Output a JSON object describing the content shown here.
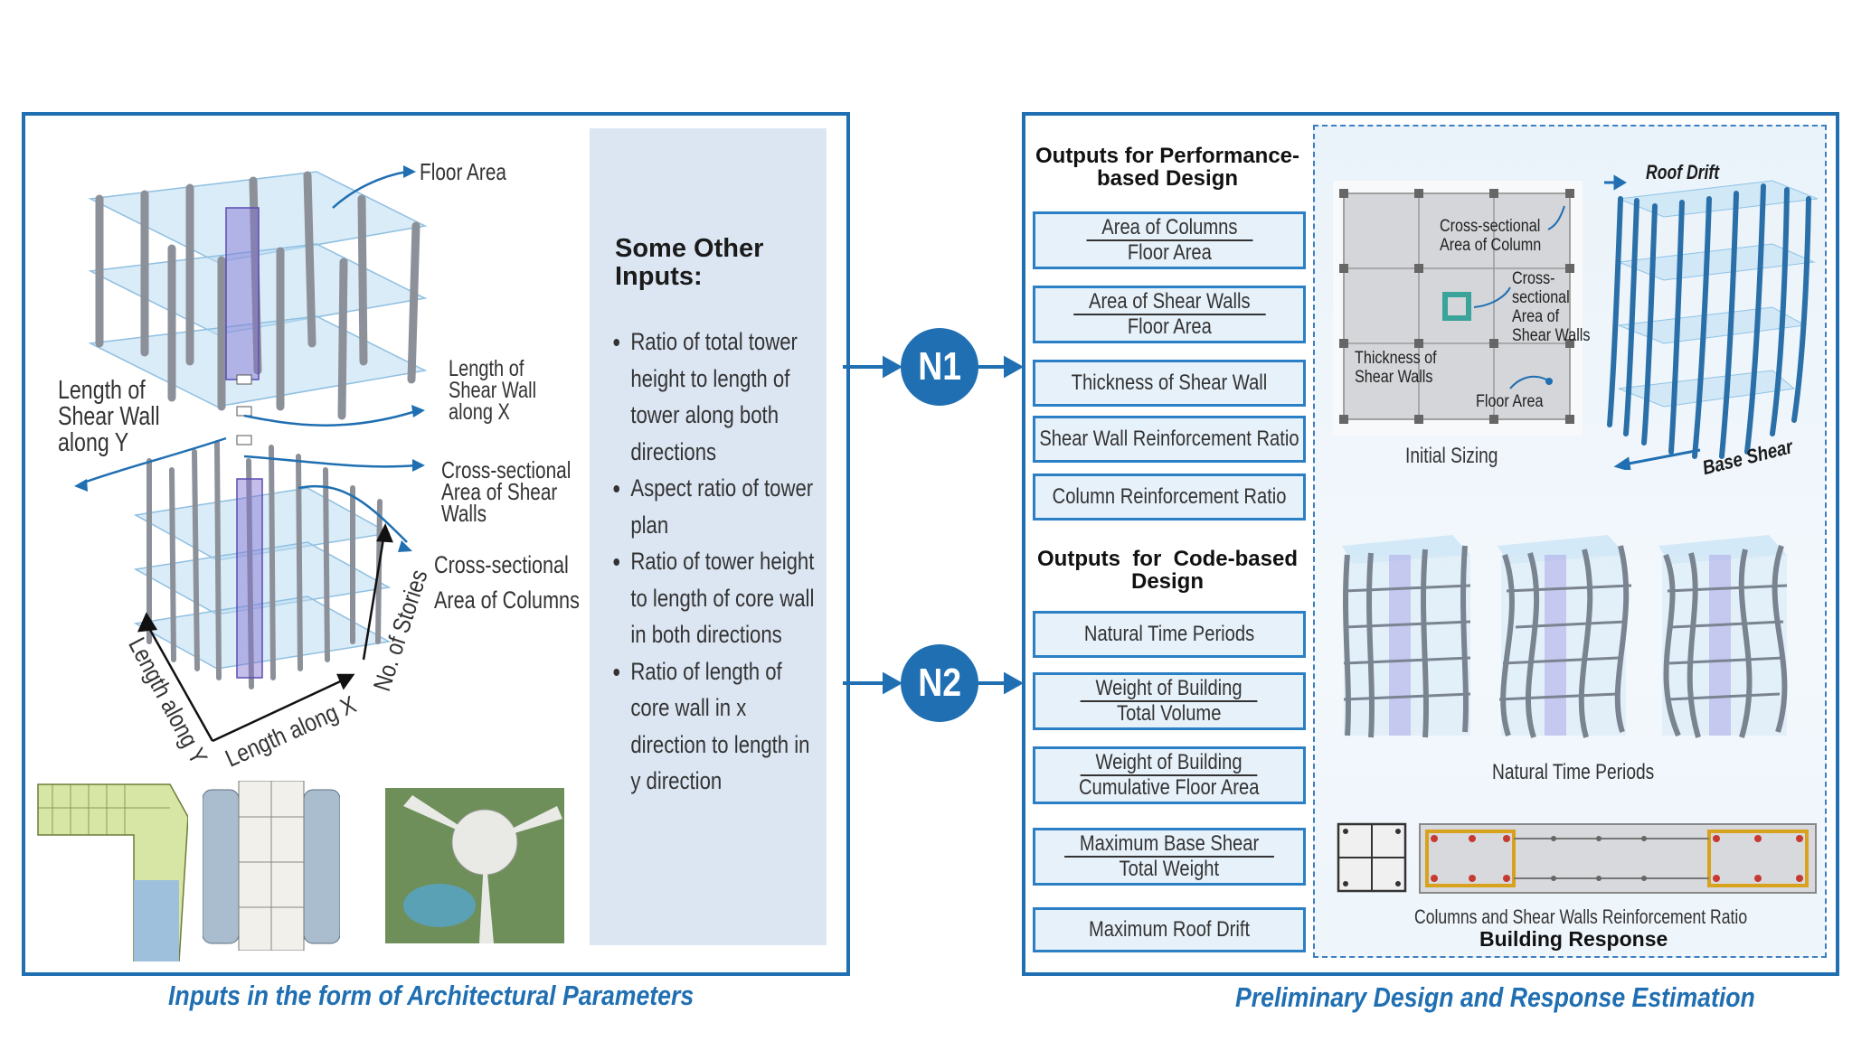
{
  "left_panel": {
    "caption": "Inputs in the form of Architectural Parameters",
    "labels": {
      "floor_area": "Floor Area",
      "length_shear_wall_x": [
        "Length of",
        "Shear Wall",
        "along X"
      ],
      "length_shear_wall_y": [
        "Length of",
        "Shear Wall",
        "along Y"
      ],
      "cross_sectional_shear": [
        "Cross-sectional",
        "Area of Shear",
        "Walls"
      ],
      "cross_sectional_columns": [
        "Cross-sectional",
        "Area of Columns"
      ],
      "no_of_stories": "No. of Stories",
      "length_along_x": "Length along X",
      "length_along_y": "Length along Y"
    },
    "other_inputs": {
      "title": [
        "Some Other",
        "Inputs:"
      ],
      "items": [
        "Ratio of total tower height to length of tower along both directions",
        "Aspect ratio of tower plan",
        "Ratio of tower height to length of core wall in both directions",
        "Ratio of length of core wall in x direction to length in y direction"
      ]
    }
  },
  "nodes": {
    "n1": "N1",
    "n2": "N2"
  },
  "right_panel": {
    "caption": "Preliminary Design and Response Estimation",
    "performance_heading": [
      "Outputs for Performance-",
      "based Design"
    ],
    "performance_outputs": [
      {
        "num": "Area of Columns",
        "den": "Floor Area"
      },
      {
        "num": "Area of Shear Walls",
        "den": "Floor Area"
      },
      {
        "text": "Thickness of Shear Wall"
      },
      {
        "text": "Shear Wall Reinforcement Ratio"
      },
      {
        "text": "Column Reinforcement Ratio"
      }
    ],
    "code_heading": [
      "Outputs  for  Code-based",
      "Design"
    ],
    "code_outputs": [
      {
        "text": "Natural Time Periods"
      },
      {
        "num": "Weight of Building",
        "den": "Total Volume"
      },
      {
        "num": "Weight of Building",
        "den": "Cumulative Floor Area"
      },
      {
        "num": "Maximum Base Shear",
        "den": "Total Weight"
      },
      {
        "text": "Maximum Roof Drift"
      }
    ],
    "initial_sizing": {
      "caption": "Initial Sizing",
      "cs_column": [
        "Cross-sectional",
        "Area of Column"
      ],
      "cs_shear": [
        "Cross-",
        "sectional",
        "Area of",
        "Shear Walls"
      ],
      "thickness": [
        "Thickness of",
        "Shear Walls"
      ],
      "floor_area": "Floor Area"
    },
    "roof_drift": "Roof Drift",
    "base_shear": "Base Shear",
    "natural_periods_caption": "Natural Time Periods",
    "reinforcement_caption": "Columns and Shear Walls Reinforcement Ratio",
    "building_response": "Building Response"
  },
  "colors": {
    "accent": "#1f6fb2",
    "panel_fill": "#dce6f3",
    "box_fill": "#e7f1fa"
  }
}
